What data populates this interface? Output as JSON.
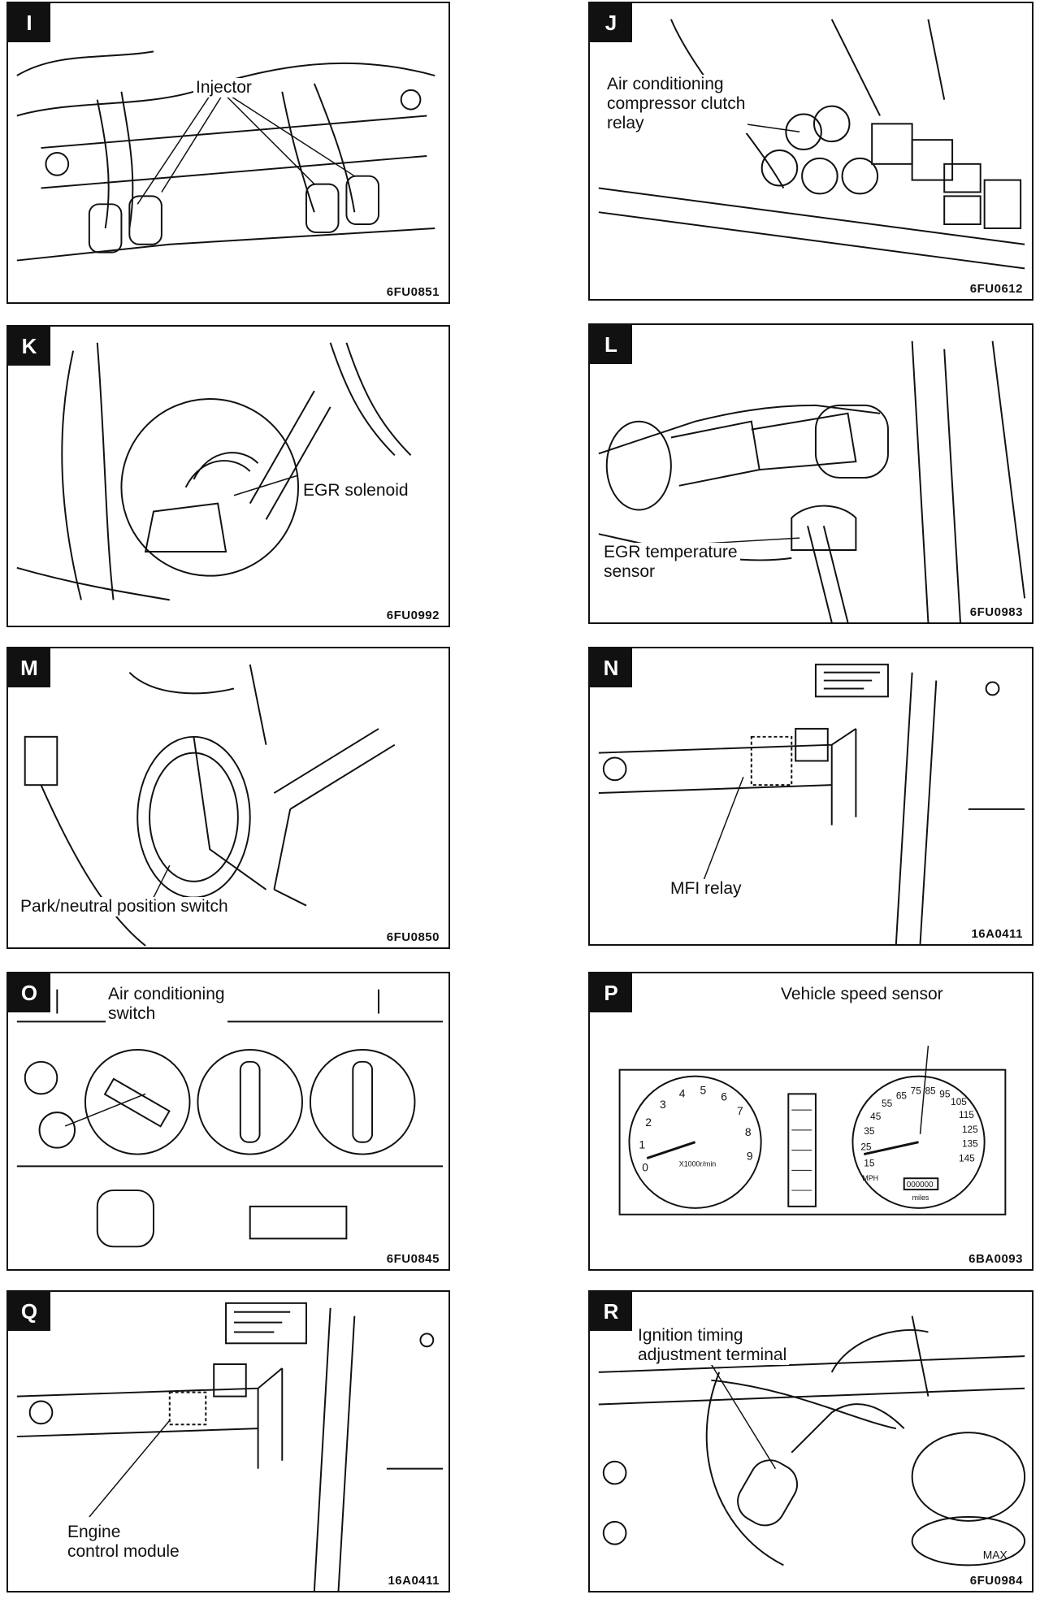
{
  "panels": {
    "I": {
      "letter": "I",
      "code": "6FU0851",
      "label": "Injector"
    },
    "J": {
      "letter": "J",
      "code": "6FU0612",
      "label_lines": [
        "Air conditioning",
        "compressor clutch",
        "relay"
      ]
    },
    "K": {
      "letter": "K",
      "code": "6FU0992",
      "label": "EGR solenoid"
    },
    "L": {
      "letter": "L",
      "code": "6FU0983",
      "label_lines": [
        "EGR temperature",
        "sensor"
      ]
    },
    "M": {
      "letter": "M",
      "code": "6FU0850",
      "label": "Park/neutral position switch"
    },
    "N": {
      "letter": "N",
      "code": "16A0411",
      "label": "MFI relay"
    },
    "O": {
      "letter": "O",
      "code": "6FU0845",
      "label_lines": [
        "Air conditioning",
        "switch"
      ]
    },
    "P": {
      "letter": "P",
      "code": "6BA0093",
      "label": "Vehicle speed sensor",
      "tach_numbers": [
        "0",
        "1",
        "2",
        "3",
        "4",
        "5",
        "6",
        "7",
        "8",
        "9"
      ],
      "tach_unit": "X1000r/min",
      "speedo_numbers": [
        "15",
        "25",
        "35",
        "45",
        "55",
        "65",
        "75",
        "85",
        "95",
        "105",
        "115",
        "125",
        "135",
        "145"
      ],
      "speedo_unit": "MPH",
      "odometer": "000000",
      "odometer_unit": "miles"
    },
    "Q": {
      "letter": "Q",
      "code": "16A0411",
      "label_lines": [
        "Engine",
        "control module"
      ]
    },
    "R": {
      "letter": "R",
      "code": "6FU0984",
      "label_lines": [
        "Ignition timing",
        "adjustment terminal"
      ],
      "marking": "MAX"
    }
  },
  "colors": {
    "line": "#111111",
    "background": "#ffffff"
  }
}
